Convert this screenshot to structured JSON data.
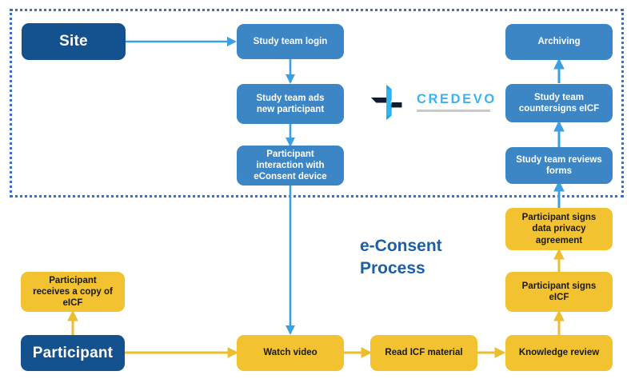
{
  "diagram": {
    "title": "e-Consent\nProcess",
    "title_color": "#1b5fa8",
    "palette": {
      "dark_blue": "#14528f",
      "blue": "#3d86c6",
      "arrow_blue": "#3aa0e0",
      "yellow": "#f2c230",
      "arrow_yellow": "#ecbd2f",
      "region_border": "#3f6fc4",
      "logo_cyan": "#3cb3ef",
      "logo_navy": "#111c30"
    },
    "region": {
      "name": "site-region",
      "style": "dotted"
    },
    "brand": {
      "wordmark": "CREDEVO",
      "mark": "pinwheel-logo"
    },
    "nodes": [
      {
        "id": "site",
        "label": "Site",
        "type": "dark_blue",
        "lane": "site"
      },
      {
        "id": "study-team-login",
        "label": "Study team login",
        "type": "blue",
        "lane": "site"
      },
      {
        "id": "study-team-ads",
        "label": "Study team ads\nnew participant",
        "type": "blue",
        "lane": "site"
      },
      {
        "id": "participant-interaction",
        "label": "Participant\ninteraction with\neConsent device",
        "type": "blue",
        "lane": "site"
      },
      {
        "id": "archiving",
        "label": "Archiving",
        "type": "blue",
        "lane": "site"
      },
      {
        "id": "countersigns",
        "label": "Study team\ncountersigns eICF",
        "type": "blue",
        "lane": "site"
      },
      {
        "id": "reviews-forms",
        "label": "Study team reviews\nforms",
        "type": "blue",
        "lane": "site"
      },
      {
        "id": "receives-copy",
        "label": "Participant\nreceives a copy of\neICF",
        "type": "yellow",
        "lane": "participant"
      },
      {
        "id": "participant",
        "label": "Participant",
        "type": "dark_blue",
        "lane": "participant"
      },
      {
        "id": "watch-video",
        "label": "Watch video",
        "type": "yellow",
        "lane": "participant"
      },
      {
        "id": "read-icf",
        "label": "Read ICF material",
        "type": "yellow",
        "lane": "participant"
      },
      {
        "id": "knowledge-review",
        "label": "Knowledge review",
        "type": "yellow",
        "lane": "participant"
      },
      {
        "id": "signs-eicf",
        "label": "Participant signs\neICF",
        "type": "yellow",
        "lane": "participant"
      },
      {
        "id": "signs-privacy",
        "label": "Participant signs\ndata privacy\nagreement",
        "type": "yellow",
        "lane": "participant"
      }
    ],
    "edges": [
      {
        "from": "site",
        "to": "study-team-login",
        "color": "blue"
      },
      {
        "from": "study-team-login",
        "to": "study-team-ads",
        "color": "blue"
      },
      {
        "from": "study-team-ads",
        "to": "participant-interaction",
        "color": "blue"
      },
      {
        "from": "participant-interaction",
        "to": "watch-video",
        "color": "blue"
      },
      {
        "from": "signs-privacy",
        "to": "reviews-forms",
        "color": "blue"
      },
      {
        "from": "reviews-forms",
        "to": "countersigns",
        "color": "blue"
      },
      {
        "from": "countersigns",
        "to": "archiving",
        "color": "blue"
      },
      {
        "from": "participant",
        "to": "receives-copy",
        "color": "yellow"
      },
      {
        "from": "participant",
        "to": "watch-video",
        "color": "yellow"
      },
      {
        "from": "watch-video",
        "to": "read-icf",
        "color": "yellow"
      },
      {
        "from": "read-icf",
        "to": "knowledge-review",
        "color": "yellow"
      },
      {
        "from": "knowledge-review",
        "to": "signs-eicf",
        "color": "yellow"
      },
      {
        "from": "signs-eicf",
        "to": "signs-privacy",
        "color": "yellow"
      }
    ]
  }
}
